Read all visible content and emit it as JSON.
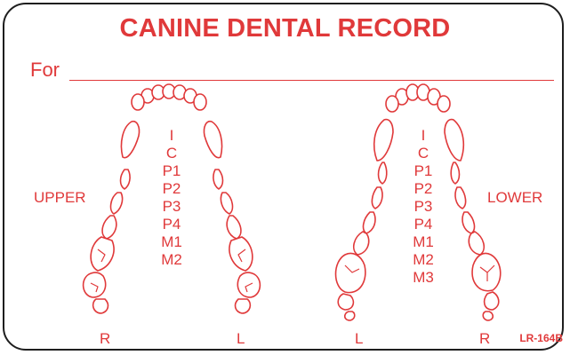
{
  "card": {
    "title": "CANINE DENTAL RECORD",
    "for_label": "For",
    "code": "LR-164B"
  },
  "upper": {
    "label": "UPPER",
    "teeth": [
      "I",
      "C",
      "P1",
      "P2",
      "P3",
      "P4",
      "M1",
      "M2"
    ],
    "left_side_label": "R",
    "right_side_label": "L"
  },
  "lower": {
    "label": "LOWER",
    "teeth": [
      "I",
      "C",
      "P1",
      "P2",
      "P3",
      "P4",
      "M1",
      "M2",
      "M3"
    ],
    "left_side_label": "L",
    "right_side_label": "R"
  },
  "colors": {
    "ink": "#e0393a",
    "border": "#1e1e1e"
  }
}
